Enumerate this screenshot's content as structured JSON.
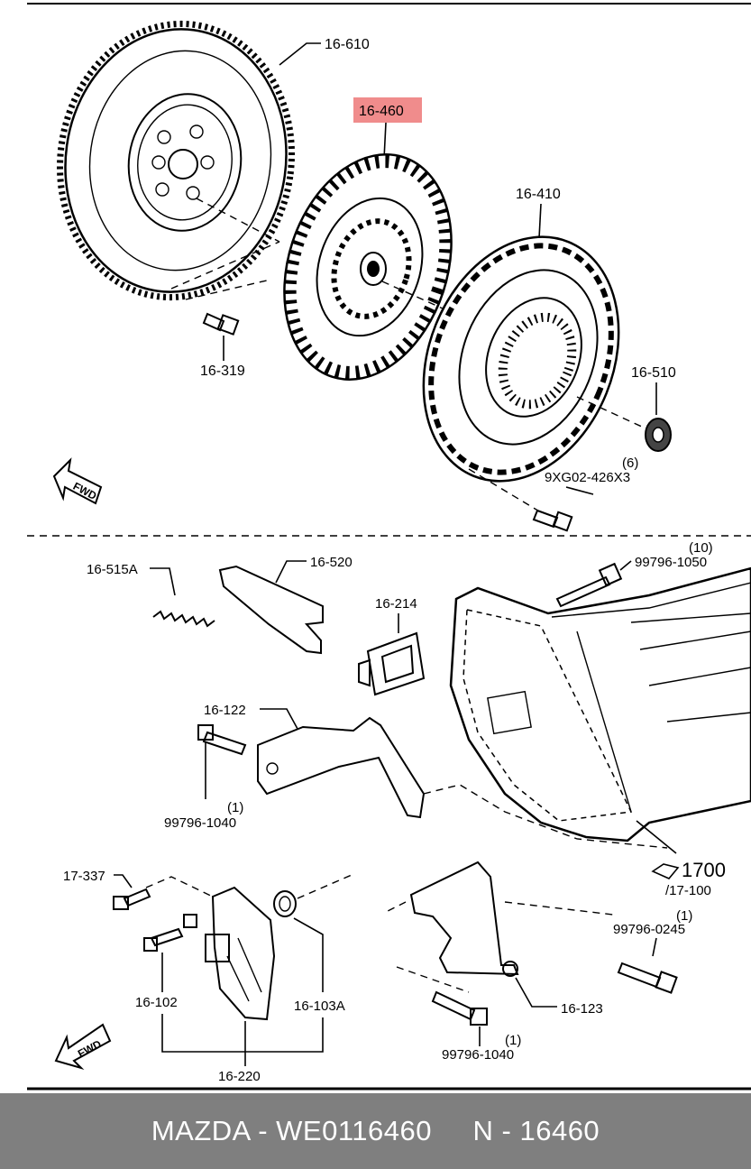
{
  "labels": {
    "flywheel": "16-610",
    "clutch_disc": "16-460",
    "clutch_cover": "16-410",
    "flywheel_bolt": "16-319",
    "release_bearing": "16-510",
    "cover_bolt_qty": "(6)",
    "cover_bolt": "9XG02-426X3",
    "spring": "16-515A",
    "release_fork": "16-520",
    "boot": "16-214",
    "bracket": "16-122",
    "bracket_bolt_qty": "(1)",
    "bracket_bolt": "99796-1040",
    "bolt_17337": "17-337",
    "slave_bolt": "16-102",
    "seal": "16-103A",
    "slave_cylinder": "16-220",
    "bell_bolt_qty": "(10)",
    "bell_bolt": "99796-1050",
    "transmission": "1700",
    "transmission_ref": "/17-100",
    "lower_bolt_qty": "(1)",
    "lower_bolt": "99796-0245",
    "lower_bracket": "16-123",
    "bottom_bolt_qty": "(1)",
    "bottom_bolt": "99796-1040",
    "fwd": "FWD"
  },
  "highlight_color": "#f08c8c",
  "footer": {
    "brand": "MAZDA",
    "part_number": "WE0116460",
    "ref": "N - 16460",
    "text": "MAZDA - WE0116460     N - 16460"
  }
}
